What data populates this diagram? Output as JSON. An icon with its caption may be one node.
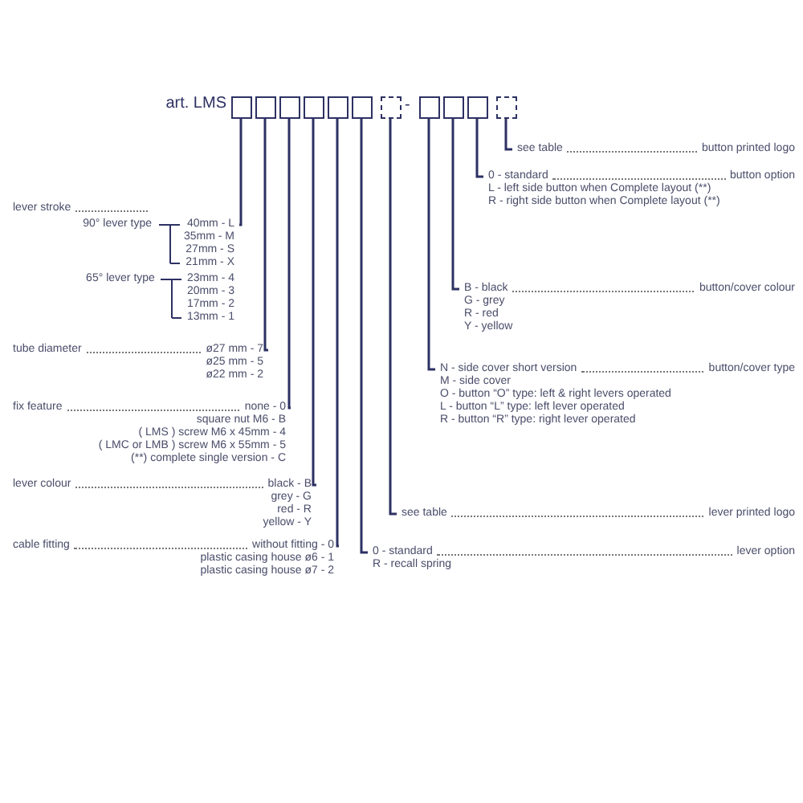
{
  "diagram": {
    "nodes": [
      {
        "text": [],
        "shape": "box"
      },
      {
        "text": [],
        "shape": "box"
      },
      {
        "text": [],
        "shape": "box"
      },
      {
        "text": [],
        "shape": "box"
      },
      {
        "text": [],
        "shape": "box"
      },
      {
        "text": [],
        "shape": "box"
      },
      {
        "text": [],
        "shape": "box"
      },
      {
        "text": [],
        "shape": "box"
      },
      {
        "text": [],
        "shape": "box"
      },
      {
        "text": [],
        "shape": "box"
      },
      {
        "text": [],
        "shape": "box"
      },
      {
        "text": [
          "see table",
          "button printed logo"
        ]
      },
      {
        "text": [
          "0 - standard",
          "button option",
          "L - left side button when Complete layout (**)",
          "R - right side button when Complete layout (**)"
        ]
      },
      {
        "text": [
          "lever stroke",
          "90° lever type",
          "40mm - L",
          "35mm - M",
          "27mm - S",
          "21mm - X",
          "65° lever type",
          "23mm - 4",
          "20mm - 3",
          "17mm - 2",
          "13mm - 1"
        ]
      },
      {
        "text": [
          "B - black",
          "button/cover colour",
          "G - grey",
          "R - red",
          "Y - yellow"
        ]
      },
      {
        "text": [
          "tube diameter",
          "ø27 mm - 7",
          "ø25 mm - 5",
          "ø22 mm - 2"
        ]
      },
      {
        "text": [
          "N - side cover short version",
          "button/cover type",
          "M - side cover",
          "O - button “O” type: left & right levers operated",
          "L - button “L” type: left lever operated",
          "R - button “R” type: right lever operated"
        ]
      },
      {
        "text": [
          "fix feature",
          "none - 0",
          "square nut M6 - B",
          "( LMS ) screw M6 x 45mm - 4",
          "( LMC or LMB ) screw M6 x 55mm - 5",
          "(**) complete single version - C"
        ]
      },
      {
        "text": [
          "lever colour",
          "black - B",
          "grey - G",
          "red - R",
          "yellow - Y"
        ]
      },
      {
        "text": [
          "see table",
          "lever printed logo"
        ]
      },
      {
        "text": [
          "cable fitting",
          "without fitting - 0",
          "plastic casing house ø6 - 1",
          "plastic casing house ø7 - 2"
        ]
      },
      {
        "text": [
          "0 - standard",
          "lever option",
          "R - recall spring"
        ]
      }
    ],
    "edges": [
      {
        "from": 0,
        "to": 13,
        "arrow": "none"
      },
      {
        "from": 1,
        "to": 15,
        "arrow": "none"
      },
      {
        "from": 2,
        "to": 17,
        "arrow": "none"
      },
      {
        "from": 3,
        "to": 18,
        "arrow": "none"
      },
      {
        "from": 4,
        "to": 20,
        "arrow": "none"
      },
      {
        "from": 5,
        "to": 21,
        "arrow": "none"
      },
      {
        "from": 6,
        "to": 19,
        "arrow": "none"
      },
      {
        "from": 7,
        "to": 16,
        "arrow": "none"
      },
      {
        "from": 8,
        "to": 14,
        "arrow": "none"
      },
      {
        "from": 9,
        "to": 12,
        "arrow": "none"
      },
      {
        "from": 10,
        "to": 11,
        "arrow": "none"
      }
    ],
    "labels": [
      "art. LMS",
      "-"
    ]
  }
}
